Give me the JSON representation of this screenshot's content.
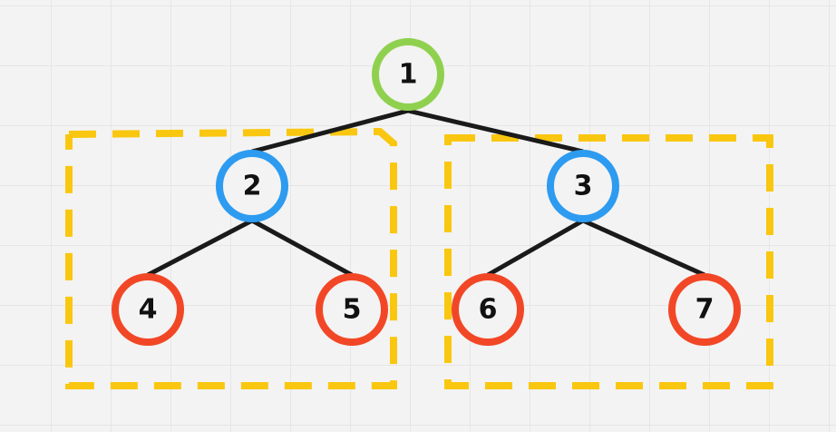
{
  "colors": {
    "root": "#8fd14f",
    "level1": "#2d9bf0",
    "leaf": "#f24726",
    "edge": "#1a1a1a",
    "group_border": "#fac710",
    "node_fill": "#f3f3f3"
  },
  "nodes": [
    {
      "id": "n1",
      "label": "1",
      "level": "root"
    },
    {
      "id": "n2",
      "label": "2",
      "level": "level1"
    },
    {
      "id": "n3",
      "label": "3",
      "level": "level1"
    },
    {
      "id": "n4",
      "label": "4",
      "level": "leaf"
    },
    {
      "id": "n5",
      "label": "5",
      "level": "leaf"
    },
    {
      "id": "n6",
      "label": "6",
      "level": "leaf"
    },
    {
      "id": "n7",
      "label": "7",
      "level": "leaf"
    }
  ],
  "edges": [
    {
      "from": "1",
      "to": "2"
    },
    {
      "from": "1",
      "to": "3"
    },
    {
      "from": "2",
      "to": "4"
    },
    {
      "from": "2",
      "to": "5"
    },
    {
      "from": "3",
      "to": "6"
    },
    {
      "from": "3",
      "to": "7"
    }
  ],
  "groups": [
    {
      "name": "left-subtree",
      "contains": [
        "2",
        "4",
        "5"
      ]
    },
    {
      "name": "right-subtree",
      "contains": [
        "3",
        "6",
        "7"
      ]
    }
  ]
}
